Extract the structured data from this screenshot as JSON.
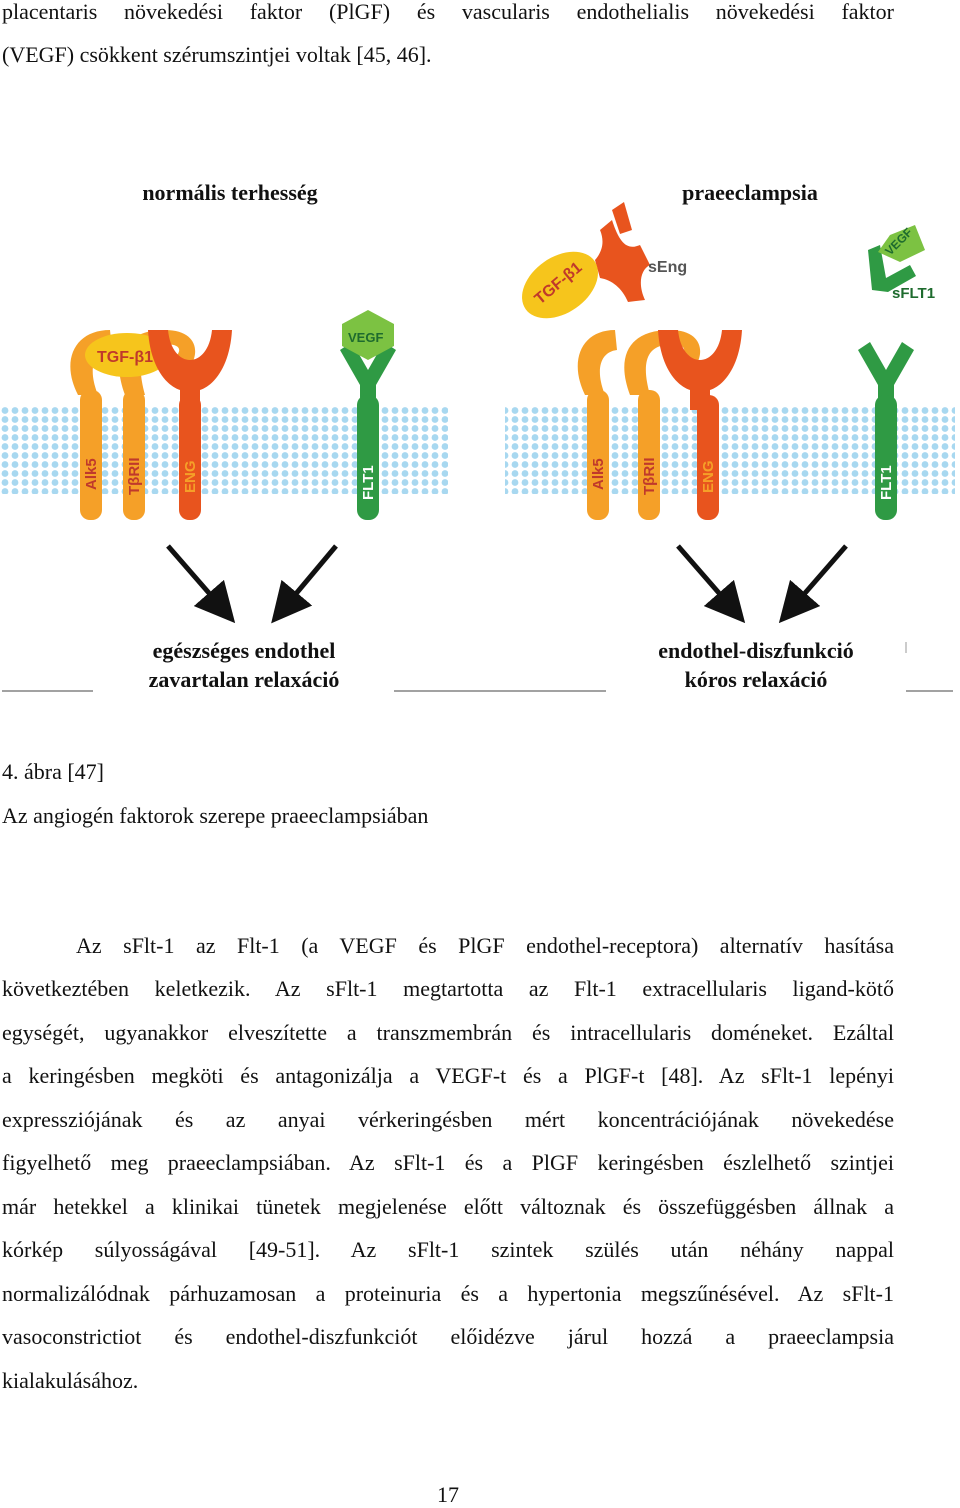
{
  "intro_lines": [
    "placentaris növekedési faktor (PlGF) és vascularis endothelialis növekedési faktor",
    "(VEGF) csökkent szérumszintjei voltak [45, 46]."
  ],
  "figure": {
    "left_title": "normális terhesség",
    "right_title": "praeeclampsia",
    "left_outcome": [
      "egészséges endothel",
      "zavartalan relaxáció"
    ],
    "right_outcome": [
      "endothel-diszfunkció",
      "kóros relaxáció"
    ],
    "mol": {
      "tgf": "TGF-β1",
      "vegf": "VEGF",
      "seng": "sEng",
      "sflt1": "sFLT1",
      "alk5": "Alk5",
      "tbrii": "TβRII",
      "eng": "ENG",
      "flt1": "FLT1"
    }
  },
  "caption": {
    "number": "4. ábra [47]",
    "title": "Az angiogén faktorok szerepe praeeclampsiában"
  },
  "paragraph_lines": [
    "Az sFlt-1 az Flt-1 (a VEGF és PlGF endothel-receptora) alternatív hasítása",
    "következtében keletkezik. Az sFlt-1 megtartotta az Flt-1 extracellularis ligand-kötő",
    "egységét, ugyanakkor elveszítette a transzmembrán és intracellularis doméneket. Ezáltal",
    "a keringésben megköti és antagonizálja a VEGF-t és a PlGF-t [48]. Az sFlt-1 lepényi",
    "expressziójának és az anyai vérkeringésben mért koncentrációjának növekedése",
    "figyelhető meg praeeclampsiában. Az sFlt-1 és a PlGF keringésben észlelhető szintjei",
    "már hetekkel a klinikai tünetek megjelenése előtt változnak és összefüggésben állnak a",
    "kórkép súlyosságával [49-51]. Az sFlt-1 szintek szülés után néhány nappal",
    "normalizálódnak párhuzamosan a proteinuria és a hypertonia megszűnésével. Az sFlt-1",
    "vasoconstrictiot és endothel-diszfunkciót előidézve járul hozzá a praeeclampsia",
    "kialakulásához."
  ],
  "page_number": "17",
  "colors": {
    "orange": "#f07f1e",
    "orange_light": "#f5a028",
    "red_orange": "#e8541e",
    "green": "#2f9a44",
    "green_light": "#7cc242",
    "yellow": "#f6c51c",
    "membrane": "#a8d8f0"
  }
}
